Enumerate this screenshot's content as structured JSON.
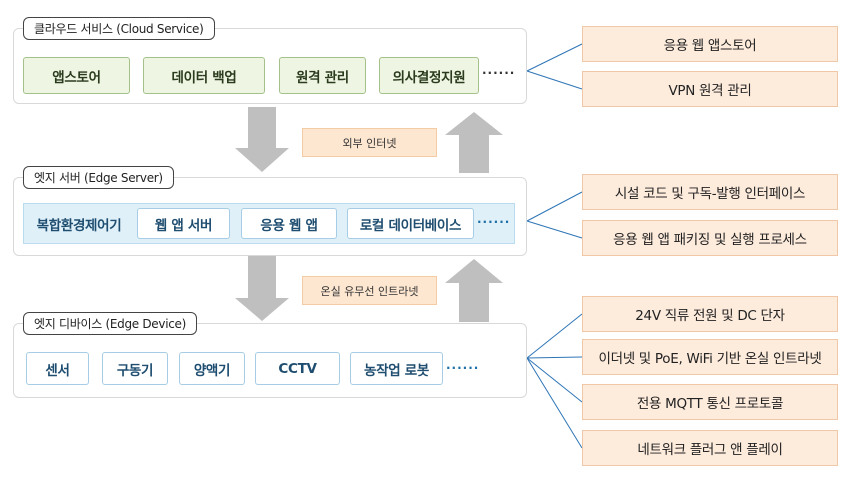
{
  "cloud": {
    "label": "클라우드 서비스 (Cloud Service)",
    "modules": [
      "앱스토어",
      "데이터 백업",
      "원격 관리",
      "의사결정지원"
    ],
    "dots": "······",
    "features": [
      "응용 웹 앱스토어",
      "VPN 원격 관리"
    ]
  },
  "edge_server": {
    "label": "엣지 서버 (Edge Server)",
    "modules": [
      "복합환경제어기",
      "웹 앱 서버",
      "응용 웹 앱",
      "로컬 데이터베이스"
    ],
    "dots": "······",
    "features": [
      "시설 코드 및 구독-발행 인터페이스",
      "응용 웹 앱 패키징 및 실행 프로세스"
    ]
  },
  "edge_device": {
    "label": "엣지 디바이스 (Edge Device)",
    "modules": [
      "센서",
      "구동기",
      "양액기",
      "CCTV",
      "농작업 로봇"
    ],
    "dots": "······",
    "features": [
      "24V 직류 전원 및 DC 단자",
      "이더넷 및 PoE, WiFi 기반 온실 인트라넷",
      "전용 MQTT 통신 프로토콜",
      "네트워크 플러그 앤 플레이"
    ]
  },
  "networks": {
    "upper": "외부 인터넷",
    "lower": "온실 유무선 인트라넷"
  },
  "colors": {
    "arrow": "#bfbfbf",
    "connector": "#2e75b6",
    "cloud_module": "#eef5e2",
    "server_band": "#dff0f9",
    "feature_box": "#fdebdc"
  }
}
